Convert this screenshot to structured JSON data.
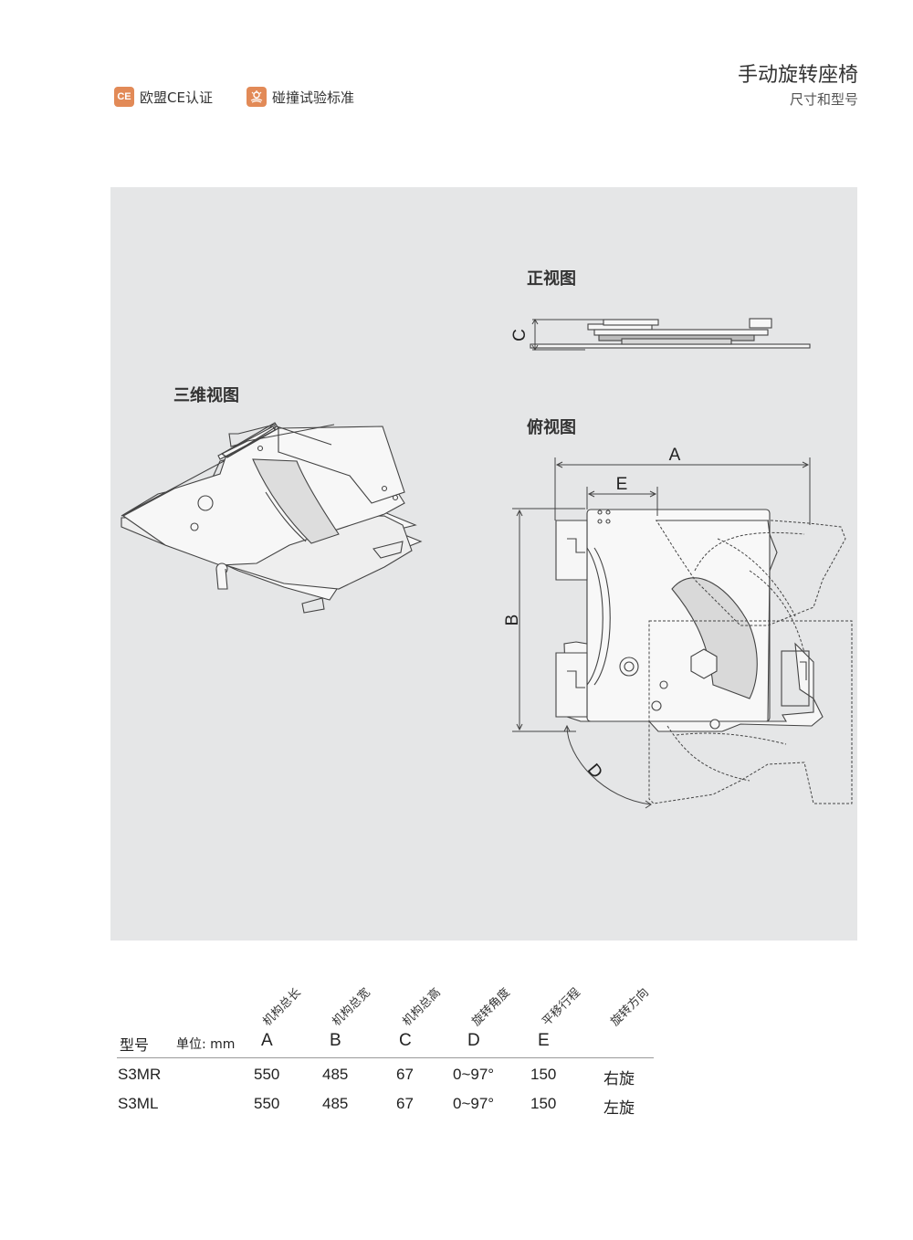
{
  "certs": [
    {
      "icon": "ce-mark-icon",
      "badge": "CE",
      "label": "欧盟CE认证"
    },
    {
      "icon": "crash-test-icon",
      "badge": "",
      "label": "碰撞试验标准"
    }
  ],
  "header": {
    "title": "手动旋转座椅",
    "subtitle": "尺寸和型号"
  },
  "drawing": {
    "view_3d": "三维视图",
    "view_front": "正视图",
    "view_top": "俯视图",
    "dims": {
      "a": "A",
      "b": "B",
      "c": "C",
      "d": "D",
      "e": "E"
    }
  },
  "spec": {
    "model_header": "型号",
    "unit_label": "单位: mm",
    "rotated_headers": [
      "机构总长",
      "机构总宽",
      "机构总高",
      "旋转角度",
      "平移行程",
      "旋转方向"
    ],
    "columns": [
      "A",
      "B",
      "C",
      "D",
      "E"
    ],
    "rows": [
      {
        "model": "S3MR",
        "a": "550",
        "b": "485",
        "c": "67",
        "d": "0~97°",
        "e": "150",
        "dir": "右旋"
      },
      {
        "model": "S3ML",
        "a": "550",
        "b": "485",
        "c": "67",
        "d": "0~97°",
        "e": "150",
        "dir": "左旋"
      }
    ]
  },
  "colors": {
    "accent": "#e28a57",
    "panel": "#e5e6e7",
    "line": "#444444"
  }
}
